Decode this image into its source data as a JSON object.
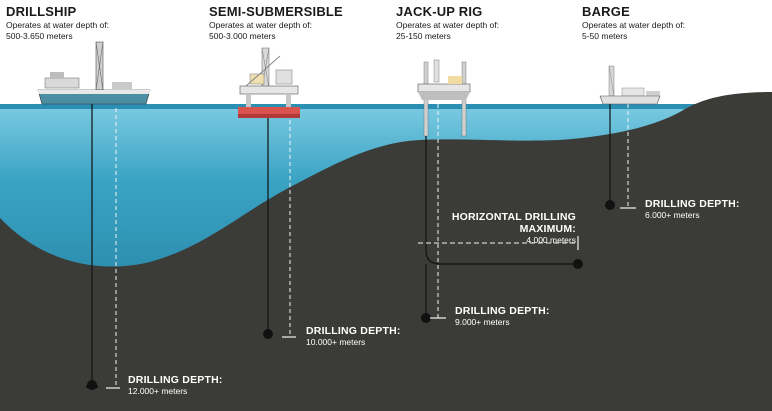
{
  "colors": {
    "water_top": "#8fd2e6",
    "water_bottom": "#1e7d9e",
    "seabed": "#3b3b38",
    "text_dark": "#1a1a1a",
    "text_light": "#ffffff"
  },
  "rigs": [
    {
      "name": "DRILLSHIP",
      "operates_label": "Operates at water depth of:",
      "water_depth": "500-3.650 meters",
      "drilling_label": "DRILLING DEPTH:",
      "drilling_depth": "12.000+ meters"
    },
    {
      "name": "SEMI-SUBMERSIBLE",
      "operates_label": "Operates at water depth of:",
      "water_depth": "500-3.000 meters",
      "drilling_label": "DRILLING DEPTH:",
      "drilling_depth": "10.000+ meters"
    },
    {
      "name": "JACK-UP RIG",
      "operates_label": "Operates at water depth of:",
      "water_depth": "25-150 meters",
      "drilling_label": "DRILLING DEPTH:",
      "drilling_depth": "9.000+ meters"
    },
    {
      "name": "BARGE",
      "operates_label": "Operates at water depth of:",
      "water_depth": "5-50 meters",
      "drilling_label": "DRILLING DEPTH:",
      "drilling_depth": "6.000+ meters"
    }
  ],
  "horizontal": {
    "line1": "HORIZONTAL DRILLING",
    "line2": "MAXIMUM:",
    "value": "4.000 meters"
  }
}
